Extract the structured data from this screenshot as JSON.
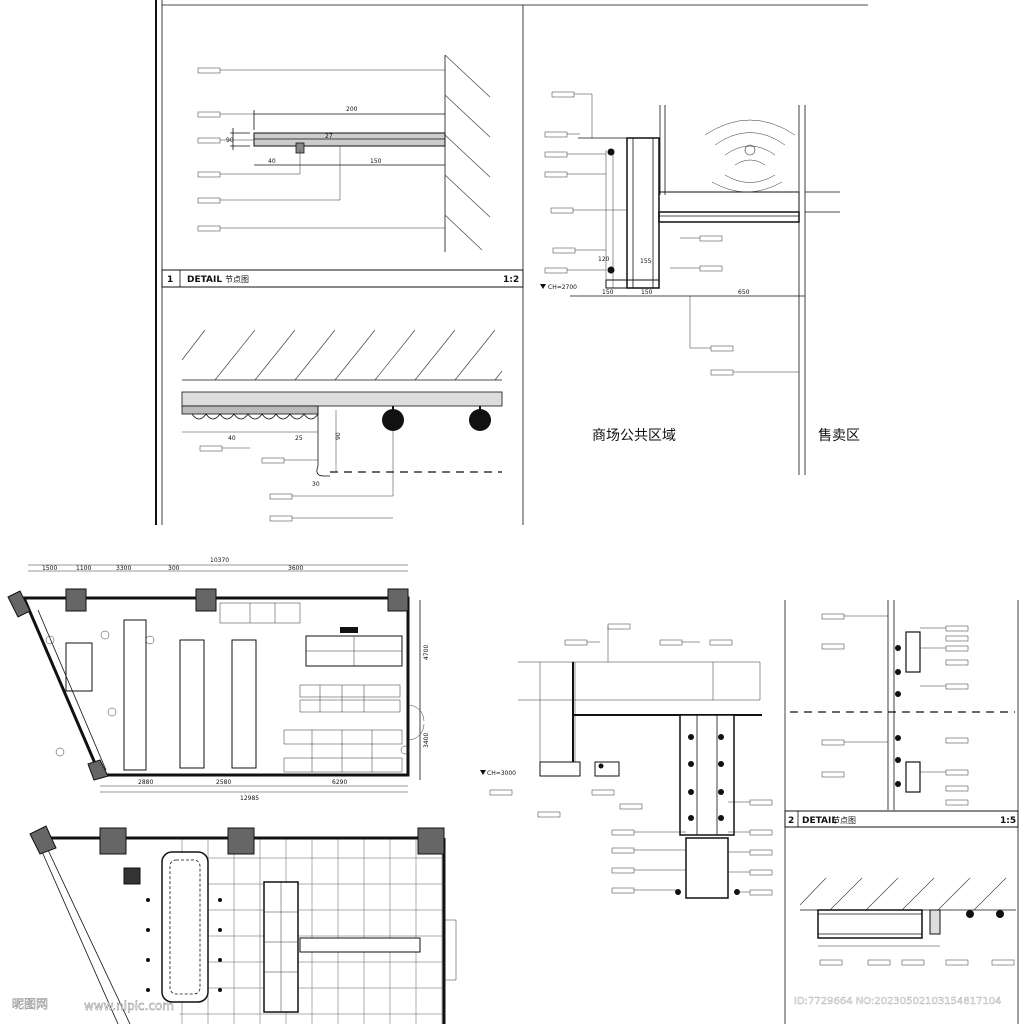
{
  "detail1": {
    "number": "1",
    "title_en": "DETAIL",
    "title_cn": "节点图",
    "scale": "1:2"
  },
  "detail2": {
    "number": "2",
    "title_en": "DETAIL",
    "title_cn": "节点图",
    "scale": "1:5"
  },
  "section_zones": {
    "public": "商场公共区域",
    "sales": "售卖区"
  },
  "detail1_dims": {
    "d200": "200",
    "d150": "150",
    "d40": "40",
    "d27": "27",
    "d90": "90"
  },
  "detail_center_dims": {
    "d150a": "150",
    "d150b": "150",
    "d650": "650",
    "d155": "155",
    "d120": "120"
  },
  "section_dims": {
    "d40": "40",
    "d25": "25",
    "d30": "30",
    "d90": "90"
  },
  "ceiling_marks": {
    "ch2700": "CH=2700",
    "ch3000": "CH=3000"
  },
  "plan_dims": {
    "top": [
      "1500",
      "1100",
      "3300",
      "300",
      "3600"
    ],
    "overall_top": "10370",
    "bottom": [
      "2880",
      "2580",
      "6290"
    ],
    "overall_bottom": "12985",
    "right": [
      "4700",
      "3400"
    ]
  },
  "watermark": {
    "logo": "昵图网",
    "url": "www.nipic.com",
    "id": "ID:7729664 NO:20230502103154817104"
  },
  "colors": {
    "line": "#111111",
    "column": "#666666",
    "background": "#ffffff"
  }
}
